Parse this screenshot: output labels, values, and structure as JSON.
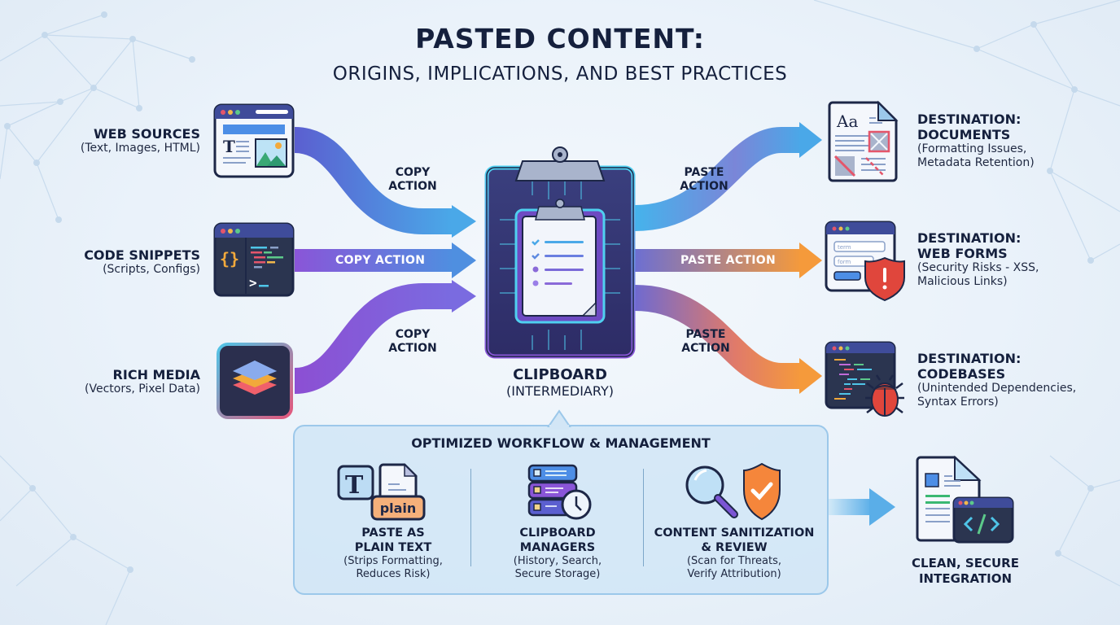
{
  "header": {
    "title": "PASTED CONTENT:",
    "subtitle": "ORIGINS, IMPLICATIONS, AND BEST PRACTICES"
  },
  "sources": [
    {
      "title": "WEB SOURCES",
      "desc": "(Text, Images, HTML)",
      "icon": "browser-window-icon"
    },
    {
      "title": "CODE SNIPPETS",
      "desc": "(Scripts, Configs)",
      "icon": "code-editor-icon"
    },
    {
      "title": "RICH MEDIA",
      "desc": "(Vectors, Pixel Data)",
      "icon": "layers-icon"
    }
  ],
  "copy_actions": [
    {
      "line1": "COPY",
      "line2": "ACTION"
    },
    {
      "label": "COPY ACTION"
    },
    {
      "line1": "COPY",
      "line2": "ACTION"
    }
  ],
  "clipboard": {
    "title": "CLIPBOARD",
    "subtitle": "(INTERMEDIARY)",
    "icon": "clipboard-icon"
  },
  "paste_actions": [
    {
      "line1": "PASTE",
      "line2": "ACTION"
    },
    {
      "label": "PASTE ACTION"
    },
    {
      "line1": "PASTE",
      "line2": "ACTION"
    }
  ],
  "destinations": [
    {
      "title1": "DESTINATION:",
      "title2": "DOCUMENTS",
      "desc1": "(Formatting Issues,",
      "desc2": "Metadata Retention)",
      "icon": "document-icon"
    },
    {
      "title1": "DESTINATION:",
      "title2": "WEB FORMS",
      "desc1": "(Security Risks - XSS,",
      "desc2": "Malicious Links)",
      "icon": "web-form-warning-icon"
    },
    {
      "title1": "DESTINATION:",
      "title2": "CODEBASES",
      "desc1": "(Unintended Dependencies,",
      "desc2": "Syntax Errors)",
      "icon": "code-bug-icon"
    }
  ],
  "workflow": {
    "title": "OPTIMIZED WORKFLOW & MANAGEMENT",
    "items": [
      {
        "title1": "PASTE AS",
        "title2": "PLAIN TEXT",
        "desc1": "(Strips Formatting,",
        "desc2": "Reduces Risk)",
        "badge": "plain",
        "icon": "plain-text-icon"
      },
      {
        "title1": "CLIPBOARD",
        "title2": "MANAGERS",
        "desc1": "(History, Search,",
        "desc2": "Secure Storage)",
        "icon": "clipboard-history-icon"
      },
      {
        "title1": "CONTENT SANITIZATION",
        "title2": "& REVIEW",
        "desc1": "(Scan for Threats,",
        "desc2": "Verify Attribution)",
        "icon": "scan-shield-icon"
      }
    ]
  },
  "outcome": {
    "line1": "CLEAN, SECURE",
    "line2": "INTEGRATION",
    "icon": "secure-code-doc-icon"
  },
  "colors": {
    "text_dark": "#15203d",
    "blue": "#4aa3e8",
    "purple": "#7b55d4",
    "orange": "#f59a3b",
    "red": "#e0463c",
    "panel_bg": "#d2e6f6",
    "panel_border": "#9cc8ea"
  }
}
